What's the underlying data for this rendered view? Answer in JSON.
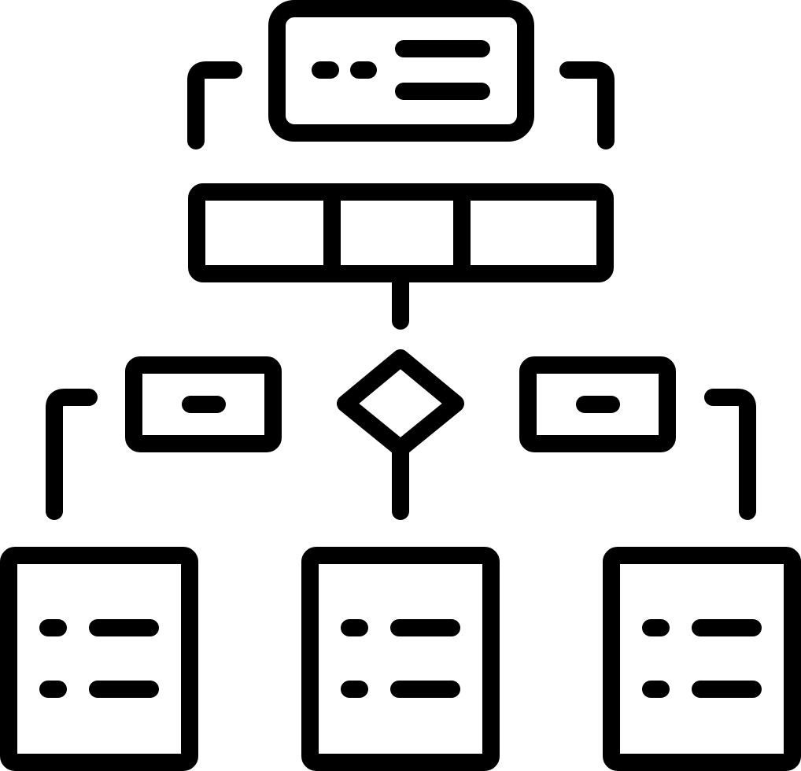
{
  "icon": {
    "name": "flowchart-structure-icon",
    "style": "line-icon",
    "stroke_color": "#000000",
    "background_color": "#ffffff",
    "components": [
      "top-card",
      "three-cell-bar",
      "decision-diamond",
      "left-label-box",
      "right-label-box",
      "left-document",
      "center-document",
      "right-document"
    ]
  }
}
